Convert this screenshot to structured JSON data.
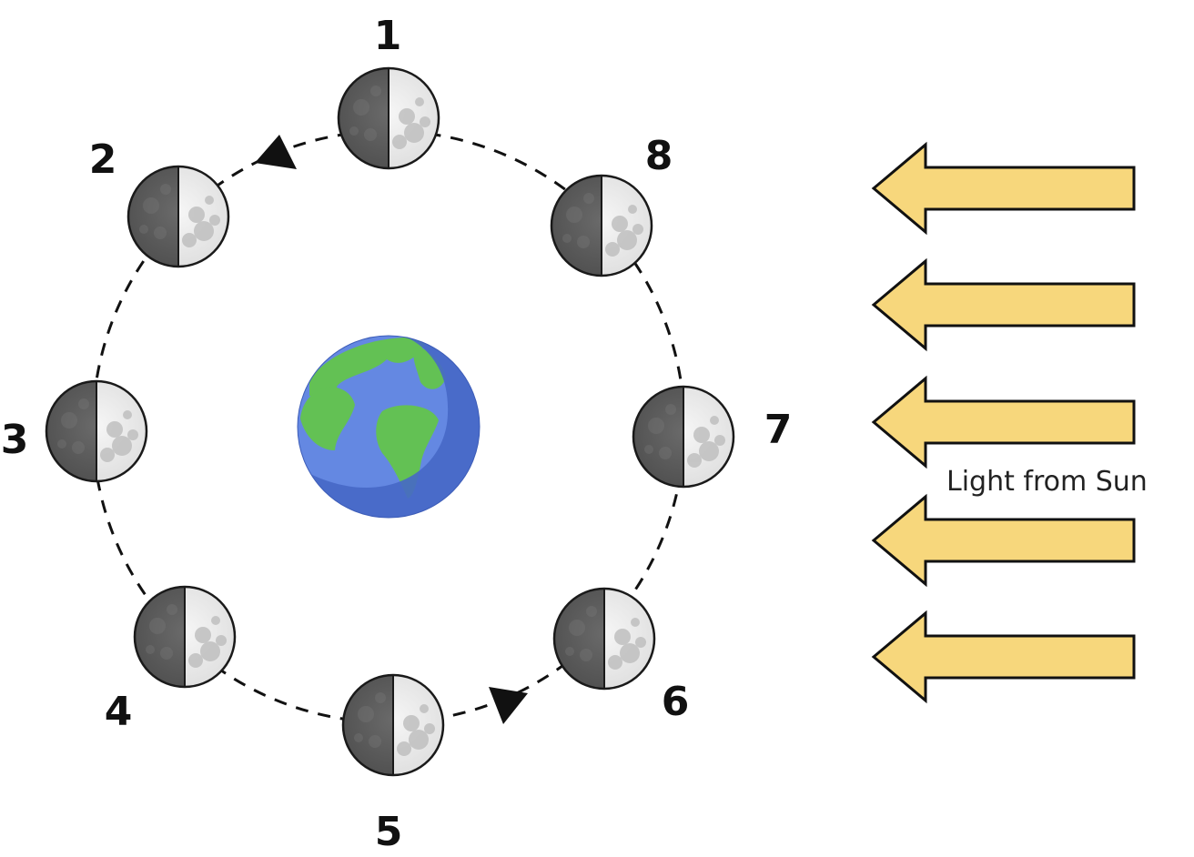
{
  "positions": [
    {
      "id": "1",
      "label": "1"
    },
    {
      "id": "2",
      "label": "2"
    },
    {
      "id": "3",
      "label": "3"
    },
    {
      "id": "4",
      "label": "4"
    },
    {
      "id": "5",
      "label": "5"
    },
    {
      "id": "6",
      "label": "6"
    },
    {
      "id": "7",
      "label": "7"
    },
    {
      "id": "8",
      "label": "8"
    }
  ],
  "sun": {
    "label": "Light from Sun",
    "arrow_count": 5
  },
  "colors": {
    "arrow_fill": "#f7d77c",
    "arrow_stroke": "#111111",
    "earth_ocean": "#6488e2",
    "earth_shadow": "#4668c6",
    "earth_land": "#63c154",
    "moon_dark": "#5f5f5f",
    "moon_light": "#ededed",
    "orbit": "#111111"
  },
  "icons": {
    "earth": "earth-icon",
    "moon": "moon-icon",
    "sun_arrow": "left-arrow-icon",
    "orbit_arrow": "triangle-arrow-icon"
  }
}
